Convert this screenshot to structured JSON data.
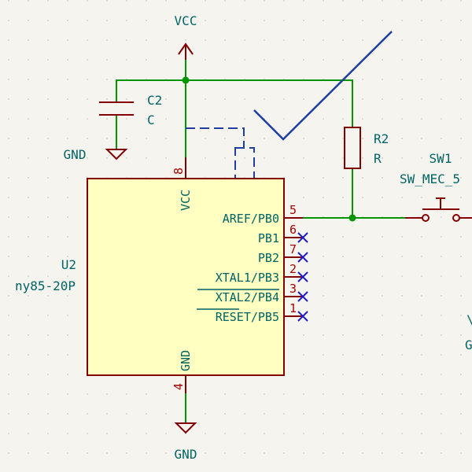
{
  "power": {
    "vcc_top": "VCC",
    "gnd_cap": "GND",
    "gnd_bottom": "GND"
  },
  "capacitor": {
    "ref": "C2",
    "value": "C"
  },
  "resistor": {
    "ref": "R2",
    "value": "R"
  },
  "switch": {
    "ref": "SW1",
    "value": "SW_MEC_5"
  },
  "ic": {
    "ref": "U2",
    "value": "ny85-20P",
    "vcc_pin_label": "VCC",
    "vcc_pin_num": "8",
    "gnd_pin_label": "GND",
    "gnd_pin_num": "4",
    "pins": [
      {
        "num": "5",
        "name": "AREF/PB0"
      },
      {
        "num": "6",
        "name": "PB1"
      },
      {
        "num": "7",
        "name": "PB2"
      },
      {
        "num": "2",
        "name": "XTAL1/PB3"
      },
      {
        "num": "3",
        "name": "XTAL2/PB4"
      },
      {
        "num": "1",
        "name": "RESET/PB5"
      }
    ]
  },
  "edge_glyphs": {
    "right_mid": "\\",
    "right_low": "G"
  },
  "colors": {
    "wire": "#009600",
    "component": "#840000",
    "text": "#006464",
    "pin_number": "#a90000",
    "no_connect": "#1a1acc",
    "overlay": "#1f3fa0",
    "background": "#f5f4ef",
    "grid_dot": "#c8c8c8"
  }
}
